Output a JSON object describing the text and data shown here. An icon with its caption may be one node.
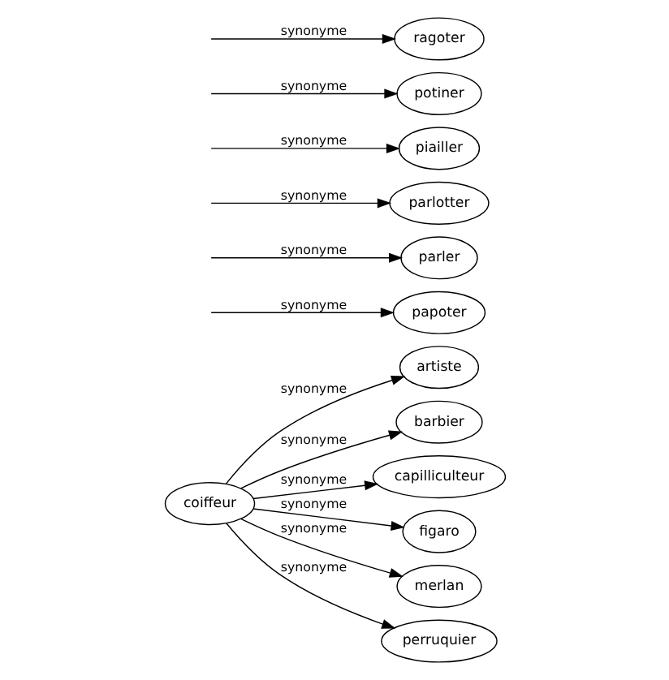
{
  "diagram": {
    "nodes": [
      {
        "text": [
          "coiffeur"
        ]
      },
      {
        "text": [
          "papoter"
        ]
      },
      {
        "text": [
          "artiste"
        ]
      },
      {
        "text": [
          "parler"
        ]
      },
      {
        "text": [
          "barbier"
        ]
      },
      {
        "text": [
          "parlotter"
        ]
      },
      {
        "text": [
          "capilliculteur"
        ]
      },
      {
        "text": [
          "piailler"
        ]
      },
      {
        "text": [
          "figaro"
        ]
      },
      {
        "text": [
          "potiner"
        ]
      },
      {
        "text": [
          "merlan"
        ]
      },
      {
        "text": [
          "ragoter"
        ]
      },
      {
        "text": [
          "perruquier"
        ]
      }
    ],
    "edges": [
      {
        "from": null,
        "to": 1,
        "arrow": "to",
        "label": "synonyme"
      },
      {
        "from": 0,
        "to": 2,
        "arrow": "to",
        "label": "synonyme"
      },
      {
        "from": null,
        "to": 3,
        "arrow": "to",
        "label": "synonyme"
      },
      {
        "from": 0,
        "to": 4,
        "arrow": "to",
        "label": "synonyme"
      },
      {
        "from": null,
        "to": 5,
        "arrow": "to",
        "label": "synonyme"
      },
      {
        "from": 0,
        "to": 6,
        "arrow": "to",
        "label": "synonyme"
      },
      {
        "from": null,
        "to": 7,
        "arrow": "to",
        "label": "synonyme"
      },
      {
        "from": 0,
        "to": 8,
        "arrow": "to",
        "label": "synonyme"
      },
      {
        "from": null,
        "to": 9,
        "arrow": "to",
        "label": "synonyme"
      },
      {
        "from": 0,
        "to": 10,
        "arrow": "to",
        "label": "synonyme"
      },
      {
        "from": null,
        "to": 11,
        "arrow": "to",
        "label": "synonyme"
      },
      {
        "from": 0,
        "to": 12,
        "arrow": "to",
        "label": "synonyme"
      }
    ]
  }
}
